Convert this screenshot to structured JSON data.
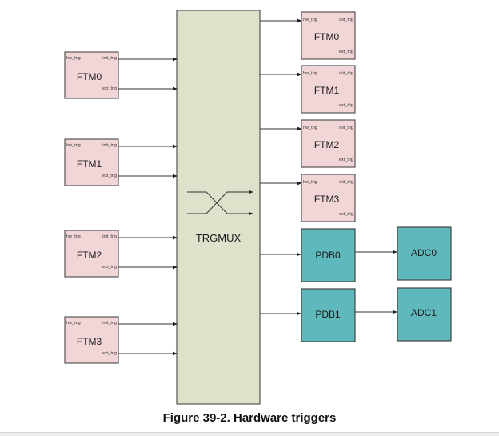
{
  "caption": "Figure 39-2. Hardware triggers",
  "colors": {
    "ftm_fill": "#f2d5d7",
    "trgmux_fill": "#dde2cb",
    "pdb_adc_fill": "#5fb8bb",
    "border": "#555555"
  },
  "trgmux": {
    "label": "TRGMUX"
  },
  "left_ftms": [
    {
      "name": "FTM0",
      "ports": {
        "hw": "hw_trig",
        "init": "init_trig",
        "ext": "ext_trig"
      }
    },
    {
      "name": "FTM1",
      "ports": {
        "hw": "hw_trig",
        "init": "init_trig",
        "ext": "ext_trig"
      }
    },
    {
      "name": "FTM2",
      "ports": {
        "hw": "hw_trig",
        "init": "init_trig",
        "ext": "ext_trig"
      }
    },
    {
      "name": "FTM3",
      "ports": {
        "hw": "hw_trig",
        "init": "init_trig",
        "ext": "ext_trig"
      }
    }
  ],
  "right_ftms": [
    {
      "name": "FTM0",
      "ports": {
        "hw": "hw_trig",
        "init": "init_trig",
        "ext": "ext_trig"
      }
    },
    {
      "name": "FTM1",
      "ports": {
        "hw": "hw_trig",
        "init": "init_trig",
        "ext": "ext_trig"
      }
    },
    {
      "name": "FTM2",
      "ports": {
        "hw": "hw_trig",
        "init": "init_trig",
        "ext": "ext_trig"
      }
    },
    {
      "name": "FTM3",
      "ports": {
        "hw": "hw_trig",
        "init": "init_trig",
        "ext": "ext_trig"
      }
    }
  ],
  "pdbs": [
    {
      "name": "PDB0"
    },
    {
      "name": "PDB1"
    }
  ],
  "adcs": [
    {
      "name": "ADC0"
    },
    {
      "name": "ADC1"
    }
  ]
}
